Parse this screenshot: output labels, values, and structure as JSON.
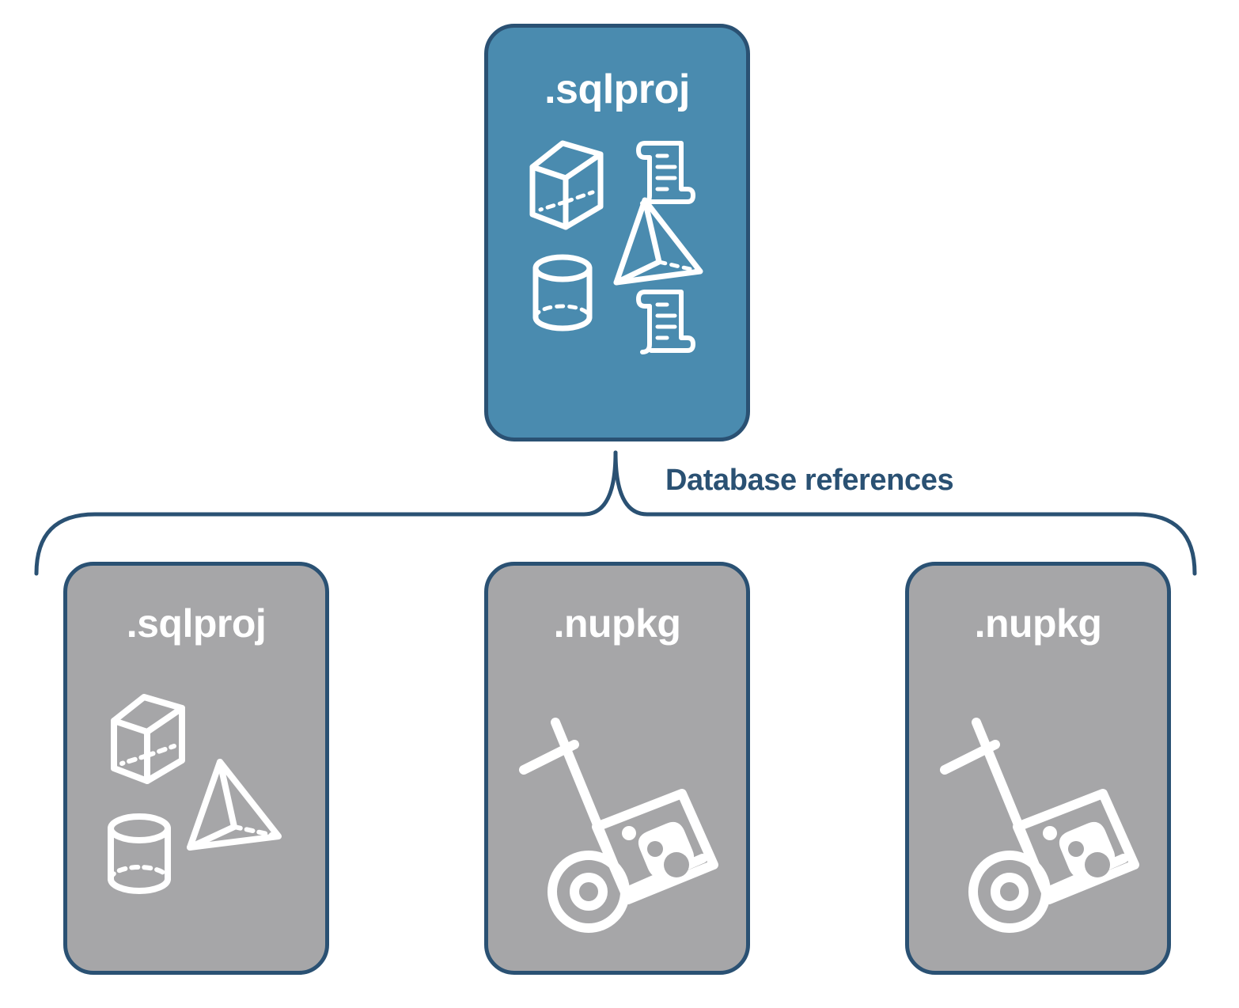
{
  "diagram": {
    "title_text_color": "#ffffff",
    "accent_blue": "#4a8baf",
    "outline_navy": "#2a5173",
    "neutral_gray": "#a6a6a8",
    "background": "#ffffff",
    "root": {
      "label": ".sqlproj",
      "icon_names": [
        "cube-icon",
        "scroll-script-icon",
        "pyramid-icon",
        "cylinder-database-icon",
        "scroll-script-icon"
      ]
    },
    "connector": {
      "label": "Database references",
      "style": "curly-brace",
      "color": "#2a5173"
    },
    "references": [
      {
        "label": ".sqlproj",
        "icon_names": [
          "cube-icon",
          "pyramid-icon",
          "cylinder-database-icon"
        ]
      },
      {
        "label": ".nupkg",
        "icon_names": [
          "hand-truck-package-icon"
        ]
      },
      {
        "label": ".nupkg",
        "icon_names": [
          "hand-truck-package-icon"
        ]
      }
    ]
  }
}
